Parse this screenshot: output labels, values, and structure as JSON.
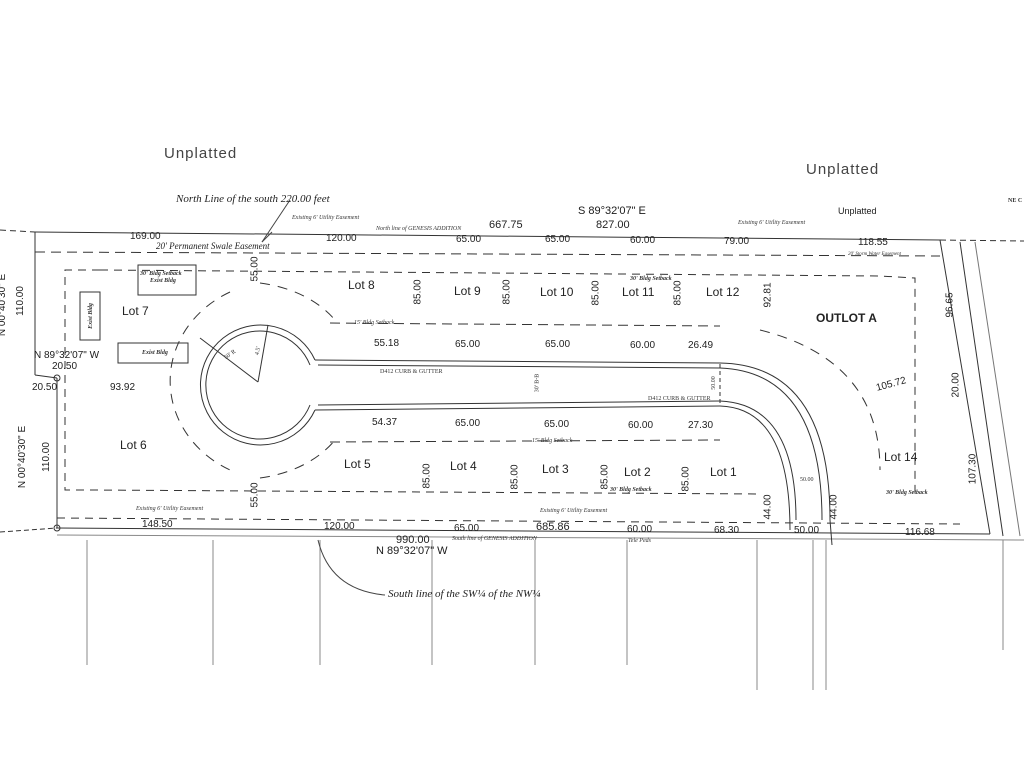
{
  "labels": {
    "unplatted_left": "Unplatted",
    "unplatted_right": "Unplatted",
    "unplatted_small": "Unplatted",
    "north_line_note": "North Line of the south 220.00 feet",
    "north_line_genesis": "North line of GENESIS ADDITION",
    "south_line_genesis": "South line of GENESIS ADDITION",
    "south_line_sw": "South line of the SW¼ of the NW¼",
    "swale_easement": "20' Permanent Swale Easement",
    "utility_easement_nw": "Existing 6' Utility Easement",
    "utility_easement_ne": "Existing 6' Utility Easement",
    "utility_easement_sw": "Existing 6' Utility Easement",
    "utility_easement_s": "Existing 6' Utility Easement",
    "storm_easement": "20' Storm Water Easement",
    "curb_gutter_1": "D412 CURB & GUTTER",
    "curb_gutter_2": "D412 CURB & GUTTER",
    "setback_15_n": "15' Bldg Setback",
    "setback_15_s": "15' Bldg Setback",
    "setback_30_nw": "30' Bldg Setback",
    "setback_30_n": "30' Bldg Setback",
    "setback_30_s": "30' Bldg Setback",
    "setback_30_se": "30' Bldg Setback",
    "exist_bldg_1": "Exist Bldg",
    "exist_bldg_2": "Exist Bldg",
    "exist_bldg_3": "Exist Bldg",
    "tele_peds": "Tele Peds",
    "ne_corner": "NE C"
  },
  "bearings": {
    "north": "S 89°32'07\" E",
    "south": "N 89°32'07\" W",
    "west_upper": "N 00°40'30\" E",
    "west_lower": "N 00°40'30\" E",
    "west_jog": "N 89°32'07\" W"
  },
  "lots": {
    "lot1": "Lot 1",
    "lot2": "Lot 2",
    "lot3": "Lot 3",
    "lot4": "Lot 4",
    "lot5": "Lot 5",
    "lot6": "Lot 6",
    "lot7": "Lot 7",
    "lot8": "Lot 8",
    "lot9": "Lot 9",
    "lot10": "Lot 10",
    "lot11": "Lot 11",
    "lot12": "Lot 12",
    "lot14": "Lot 14",
    "outlot_a": "OUTLOT A"
  },
  "dimensions": {
    "n_total_a": "667.75",
    "n_total_b": "827.00",
    "n_169": "169.00",
    "n_120": "120.00",
    "n_65a": "65.00",
    "n_65b": "65.00",
    "n_60": "60.00",
    "n_79": "79.00",
    "n_118": "118.55",
    "s_total_a": "990.00",
    "s_total_b": "685.86",
    "s_148": "148.50",
    "s_120": "120.00",
    "s_65": "65.00",
    "s_60": "60.00",
    "s_68": "68.30",
    "s_50": "50.00",
    "s_116": "116.68",
    "w_110a": "110.00",
    "w_110b": "110.00",
    "w_2050a": "20.50",
    "w_2050b": "20.50",
    "d_9392": "93.92",
    "r_5518": "55.18",
    "r_65a": "65.00",
    "r_65b": "65.00",
    "r_60a": "60.00",
    "r_2649": "26.49",
    "r_5437": "54.37",
    "r_65c": "65.00",
    "r_65d": "65.00",
    "r_60b": "60.00",
    "r_2730": "27.30",
    "d_55a": "55.00",
    "d_55b": "55.00",
    "d_85a": "85.00",
    "d_85b": "85.00",
    "d_85c": "85.00",
    "d_85d": "85.00",
    "d_85e": "85.00",
    "d_85f": "85.00",
    "d_85g": "85.00",
    "d_9281": "92.81",
    "d_9665": "96.65",
    "d_10572": "105.72",
    "d_2000": "20.00",
    "d_10730": "107.30",
    "d_44a": "44.00",
    "d_44b": "44.00",
    "d_5000a": "50.00",
    "d_5000b": "50.00",
    "row_3000": "30' B-B",
    "radius_a": "50' R",
    "radius_b": "4.5'"
  }
}
